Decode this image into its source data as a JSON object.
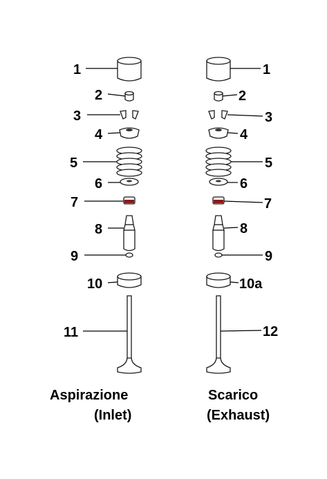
{
  "inlet": {
    "labels": [
      "1",
      "2",
      "3",
      "4",
      "5",
      "6",
      "7",
      "8",
      "9",
      "10",
      "11"
    ],
    "caption": [
      "Aspirazione",
      "(Inlet)"
    ]
  },
  "exhaust": {
    "labels": [
      "1",
      "2",
      "3",
      "4",
      "5",
      "6",
      "7",
      "8",
      "9",
      "10a",
      "12"
    ],
    "caption": [
      "Scarico",
      "(Exhaust)"
    ]
  },
  "colors": {
    "seal_accent": "#8b1a1a",
    "ink": "#1a1a1a"
  }
}
